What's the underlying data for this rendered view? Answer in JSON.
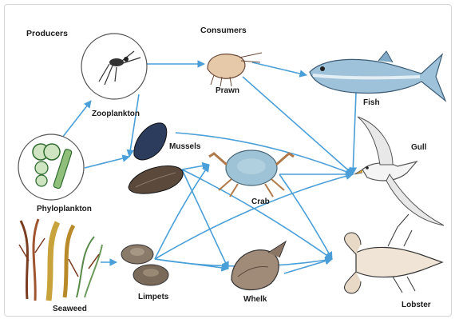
{
  "headers": {
    "producers": "Producers",
    "consumers": "Consumers"
  },
  "organisms": {
    "zooplankton": "Zooplankton",
    "phyloplankton": "Phyloplankton",
    "seaweed": "Seaweed",
    "prawn": "Prawn",
    "fish": "Fish",
    "mussels": "Mussels",
    "crab": "Crab",
    "gull": "Gull",
    "limpets": "Limpets",
    "whelk": "Whelk",
    "lobster": "Lobster"
  },
  "colors": {
    "arrow": "#4a9fd8"
  },
  "feeding_links": [
    [
      "phyloplankton",
      "zooplankton"
    ],
    [
      "phyloplankton",
      "mussels"
    ],
    [
      "zooplankton",
      "prawn"
    ],
    [
      "zooplankton",
      "mussels"
    ],
    [
      "prawn",
      "fish"
    ],
    [
      "prawn",
      "gull"
    ],
    [
      "fish",
      "gull"
    ],
    [
      "mussels",
      "gull"
    ],
    [
      "mussels",
      "crab"
    ],
    [
      "mussels",
      "whelk"
    ],
    [
      "mussels",
      "lobster"
    ],
    [
      "crab",
      "gull"
    ],
    [
      "crab",
      "lobster"
    ],
    [
      "seaweed",
      "limpets"
    ],
    [
      "limpets",
      "crab"
    ],
    [
      "limpets",
      "whelk"
    ],
    [
      "limpets",
      "gull"
    ],
    [
      "limpets",
      "lobster"
    ],
    [
      "whelk",
      "lobster"
    ]
  ]
}
